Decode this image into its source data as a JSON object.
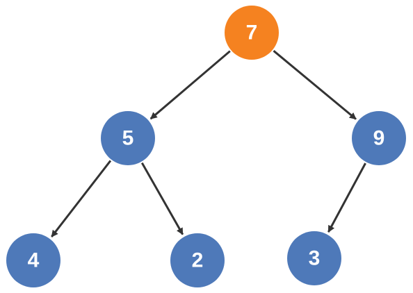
{
  "tree": {
    "colors": {
      "root": "#F58220",
      "node": "#4E79B9",
      "edge": "#333333",
      "label": "#FFFFFF"
    },
    "nodes": [
      {
        "id": "n7",
        "label": "7",
        "role": "root"
      },
      {
        "id": "n5",
        "label": "5",
        "role": "node"
      },
      {
        "id": "n9",
        "label": "9",
        "role": "node"
      },
      {
        "id": "n4",
        "label": "4",
        "role": "node"
      },
      {
        "id": "n2",
        "label": "2",
        "role": "node"
      },
      {
        "id": "n3",
        "label": "3",
        "role": "node"
      }
    ],
    "edges": [
      {
        "from": "n7",
        "to": "n5"
      },
      {
        "from": "n7",
        "to": "n9"
      },
      {
        "from": "n5",
        "to": "n4"
      },
      {
        "from": "n5",
        "to": "n2"
      },
      {
        "from": "n9",
        "to": "n3"
      }
    ]
  }
}
